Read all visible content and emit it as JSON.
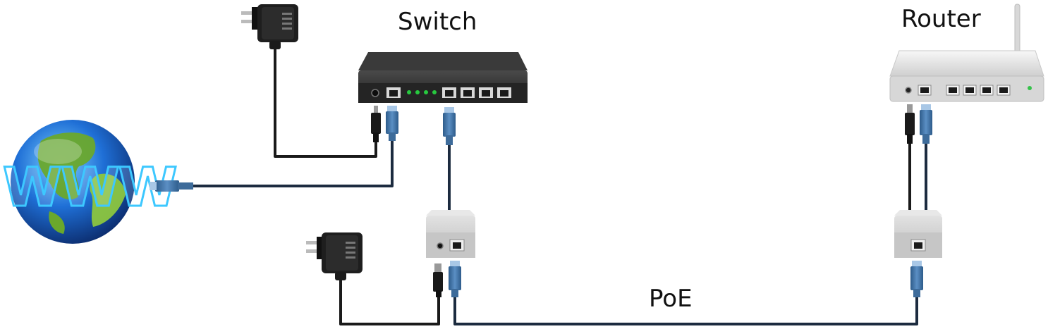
{
  "labels": {
    "switch": "Switch",
    "router": "Router",
    "poe": "PoE",
    "globe": "WWW"
  },
  "icons": {
    "internet": "globe-www-icon",
    "adapter": "power-adapter-icon",
    "switch": "network-switch-icon",
    "router": "wireless-router-icon",
    "injector": "poe-injector-icon",
    "splitter": "poe-splitter-icon",
    "rj45": "rj45-plug-icon",
    "dc": "dc-plug-icon"
  },
  "colors": {
    "cable_ethernet": "#1c2b3f",
    "cable_power": "#1a1a1a",
    "switch_body": "#2a2a2a",
    "switch_led": "#27c93f",
    "router_body": "#e6e6e6",
    "router_led": "#35c24a",
    "injector_body": "#d2d2d2",
    "globe_ocean": "#1f6fd6",
    "globe_land": "#6aa82c",
    "globe_text": "#3dc8ff"
  }
}
